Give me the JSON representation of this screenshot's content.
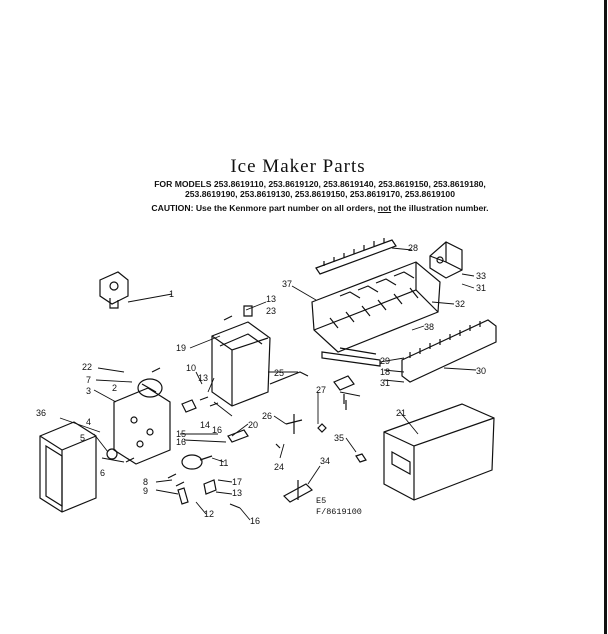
{
  "title": "Ice Maker Parts",
  "models_line_1": "FOR MODELS 253.8619110, 253.8619120, 253.8619140, 253.8619150, 253.8619180,",
  "models_line_2": "253.8619190, 253.8619130, 253.8619150, 253.8619170, 253.8619100",
  "caution": {
    "prefix": "CAUTION: Use the Kenmore part number on all orders,",
    "emphasis": "not",
    "suffix": "the illustration number."
  },
  "callouts": {
    "c1": "1",
    "c2": "2",
    "c3": "3",
    "c4": "4",
    "c5": "5",
    "c6": "6",
    "c7": "7",
    "c8": "8",
    "c9": "9",
    "c10": "10",
    "c11": "11",
    "c12": "12",
    "c13a": "13",
    "c13b": "13",
    "c13c": "13",
    "c14": "14",
    "c15": "15",
    "c16a": "16",
    "c16b": "16",
    "c16c": "16",
    "c17": "17",
    "c18": "18",
    "c19": "19",
    "c20": "20",
    "c21": "21",
    "c22": "22",
    "c23": "23",
    "c24": "24",
    "c25": "25",
    "c26": "26",
    "c27": "27",
    "c28": "28",
    "c29": "29",
    "c30": "30",
    "c31a": "31",
    "c31b": "31",
    "c32": "32",
    "c33": "33",
    "c34": "34",
    "c35": "35",
    "c36": "36",
    "c37": "37",
    "c38": "38"
  },
  "reference": {
    "line1": "E5",
    "line2": "F/8619100"
  }
}
